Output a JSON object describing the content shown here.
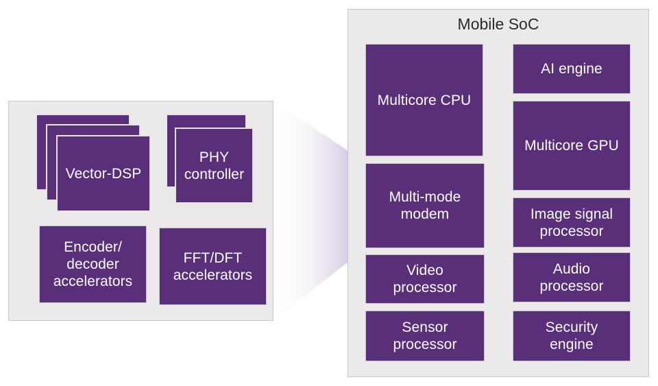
{
  "colors": {
    "block_fill": "#5a2f7a",
    "panel_fill": "#ebe9ea",
    "zoom_gradient_start": "#b8a3cc",
    "block_text": "#ffffff"
  },
  "soc": {
    "title": "Mobile SoC",
    "blocks": {
      "cpu": "Multicore CPU",
      "ai": "AI engine",
      "gpu": "Multicore GPU",
      "modem": "Multi-mode\nmodem",
      "isp": "Image signal\nprocessor",
      "video": "Video\nprocessor",
      "audio": "Audio\nprocessor",
      "sensor": "Sensor\nprocessor",
      "security": "Security\nengine"
    }
  },
  "modem_detail": {
    "vector_dsp": "Vector-DSP",
    "phy": "PHY\ncontroller",
    "encoder": "Encoder/\ndecoder\naccelerators",
    "fft": "FFT/DFT\naccelerators"
  }
}
